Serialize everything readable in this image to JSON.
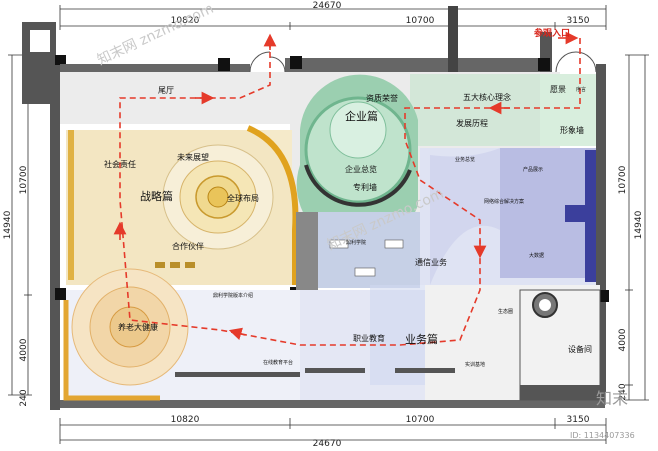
{
  "dimensions": {
    "top_total": "24670",
    "top_left": "10820",
    "top_mid": "10700",
    "top_right": "3150",
    "bottom_left": "10820",
    "bottom_mid": "10700",
    "bottom_right": "3150",
    "bottom_total": "24670",
    "left_total": "14940",
    "left_upper": "10700",
    "left_lower": "4000",
    "left_bottom": "240",
    "right_total": "14940",
    "right_upper": "10700",
    "right_lower": "4000",
    "right_bottom": "240"
  },
  "labels": {
    "entrance": "参观入口",
    "tail_hall": "尾厅",
    "honors": "资质荣誉",
    "core_values": "五大核心理念",
    "vision": "愿景",
    "preface": "序言",
    "history": "发展历程",
    "image_wall": "形象墙",
    "enterprise_chapter": "企业篇",
    "enterprise_overview": "企业总览",
    "patent_wall": "专利墙",
    "business_overview": "业务总览",
    "product_display": "产品展示",
    "network_solutions": "网络综合解决方案",
    "communication": "通信业务",
    "big_data": "大数据",
    "academy": "鼎利学院",
    "social_responsibility": "社会责任",
    "future_vision": "未来展望",
    "strategy_chapter": "战略篇",
    "global_layout": "全球布局",
    "partners": "合作伙伴",
    "academy_intro": "鼎利学院版本介绍",
    "elderly_care": "养老大健康",
    "ecosystem": "生态圈",
    "vocational_education": "职业教育",
    "business_chapter": "业务篇",
    "equipment_room": "设备间",
    "online_platform": "在线教育平台",
    "training_base": "实训基地"
  },
  "watermark": {
    "site": "知末网 znzmo.com",
    "brand": "知末",
    "id": "ID: 1134407336"
  },
  "colors": {
    "route": "#e53a2a",
    "strategy_zone": "#f5eaca",
    "enterprise_zone": "#bfe3cc",
    "business_zone": "#b9bde3",
    "walls": "#555555"
  }
}
